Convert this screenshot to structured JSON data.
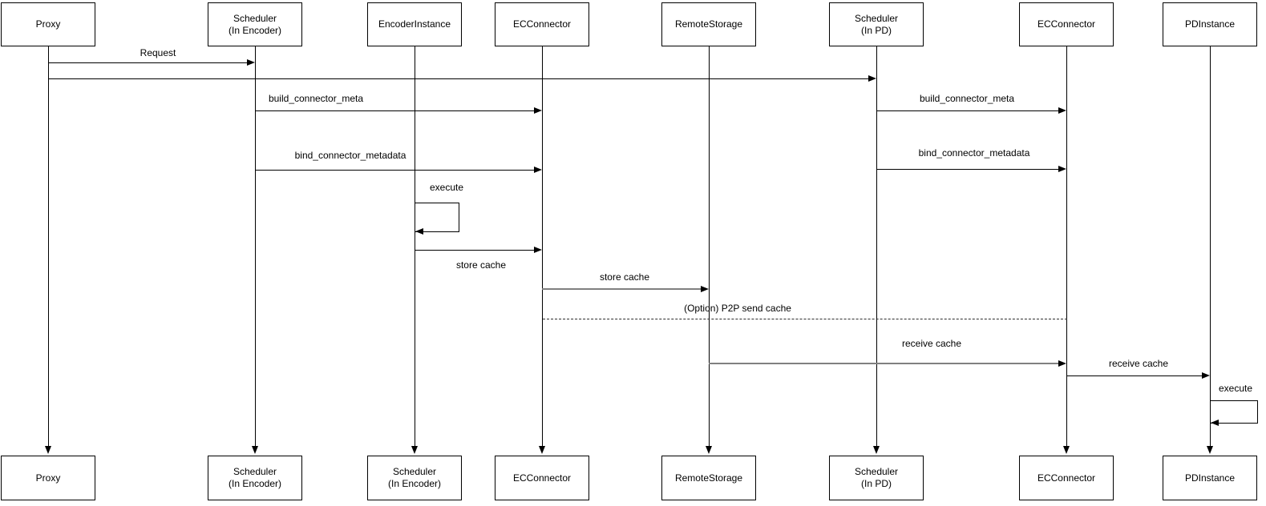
{
  "colors": {
    "background": "#ffffff",
    "line": "#000000",
    "muted_line": "#808080",
    "text": "#000000"
  },
  "participants": [
    {
      "label": "Proxy"
    },
    {
      "label": "Scheduler\n(In Encoder)"
    },
    {
      "label": "EncoderInstance"
    },
    {
      "label": "ECConnector"
    },
    {
      "label": "RemoteStorage"
    },
    {
      "label": "Scheduler\n(In PD)"
    },
    {
      "label": "ECConnector"
    },
    {
      "label": "PDInstance"
    }
  ],
  "bottom_participants": [
    {
      "label": "Proxy"
    },
    {
      "label": "Scheduler\n(In Encoder)"
    },
    {
      "label": "Scheduler\n(In Encoder)"
    },
    {
      "label": "ECConnector"
    },
    {
      "label": "RemoteStorage"
    },
    {
      "label": "Scheduler\n(In PD)"
    },
    {
      "label": "ECConnector"
    },
    {
      "label": "PDInstance"
    }
  ],
  "messages": [
    {
      "label": "Request",
      "from": "Proxy",
      "to": "Scheduler (In Encoder)",
      "style": "solid"
    },
    {
      "label": "",
      "from": "Proxy",
      "to": "Scheduler (In PD)",
      "style": "solid"
    },
    {
      "label": "build_connector_meta",
      "from": "Scheduler (In Encoder)",
      "to": "ECConnector",
      "style": "solid"
    },
    {
      "label": "build_connector_meta",
      "from": "Scheduler (In PD)",
      "to": "ECConnector",
      "style": "solid"
    },
    {
      "label": "bind_connector_metadata",
      "from": "Scheduler (In Encoder)",
      "to": "ECConnector",
      "style": "solid"
    },
    {
      "label": "bind_connector_metadata",
      "from": "Scheduler (In PD)",
      "to": "ECConnector",
      "style": "solid"
    },
    {
      "label": "execute",
      "from": "EncoderInstance",
      "to": "EncoderInstance",
      "style": "self-loop"
    },
    {
      "label": "store cache",
      "from": "EncoderInstance",
      "to": "ECConnector",
      "style": "solid"
    },
    {
      "label": "store cache",
      "from": "ECConnector",
      "to": "RemoteStorage",
      "style": "solid-gray"
    },
    {
      "label": "(Option) P2P send cache",
      "from": "ECConnector",
      "to": "ECConnector (PD side)",
      "style": "dashed-no-arrow"
    },
    {
      "label": "receive cache",
      "from": "RemoteStorage",
      "to": "ECConnector",
      "style": "solid-gray"
    },
    {
      "label": "receive cache",
      "from": "ECConnector",
      "to": "PDInstance",
      "style": "solid"
    },
    {
      "label": "execute",
      "from": "PDInstance",
      "to": "PDInstance",
      "style": "self-loop"
    }
  ]
}
